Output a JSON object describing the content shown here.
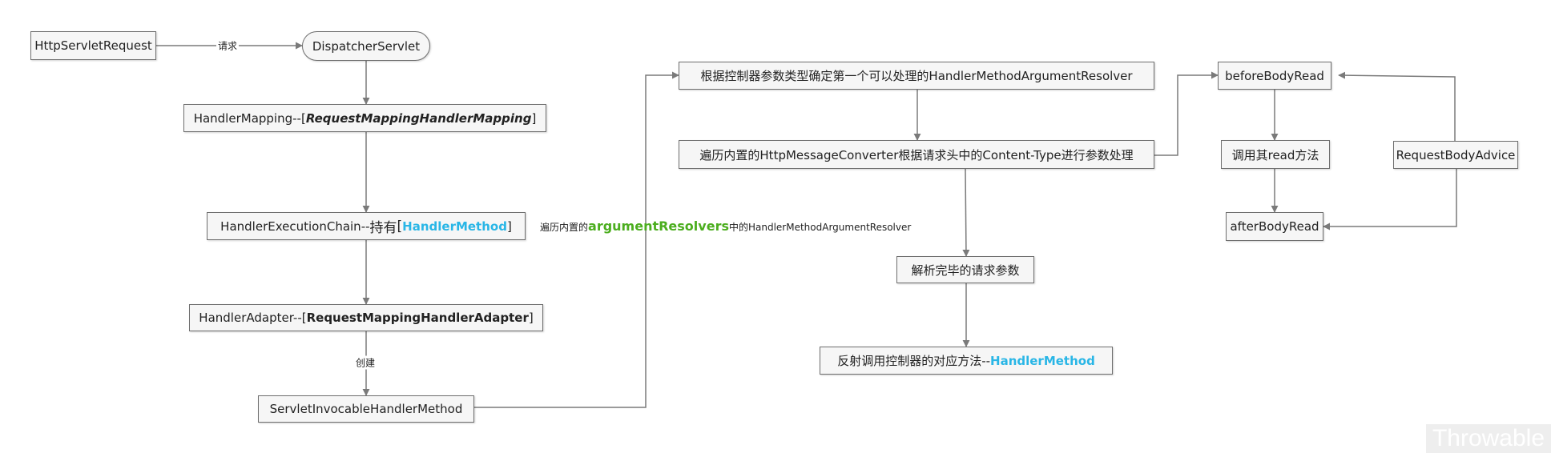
{
  "nodes": {
    "http_servlet_request": "HttpServletRequest",
    "dispatcher_servlet": "DispatcherServlet",
    "handler_mapping": {
      "prefix": "HandlerMapping--[",
      "highlight": "RequestMappingHandlerMapping",
      "suffix": "]"
    },
    "handler_execution_chain": {
      "prefix": "HandlerExecutionChain--",
      "cjk": "持有",
      "bracket_open": "[",
      "highlight": "HandlerMethod",
      "suffix": "]"
    },
    "handler_adapter": {
      "prefix": "HandlerAdapter--[",
      "highlight": "RequestMappingHandlerAdapter",
      "suffix": "]"
    },
    "servlet_invocable_handler_method": "ServletInvocableHandlerMethod",
    "determine_resolver": "根据控制器参数类型确定第一个可以处理的HandlerMethodArgumentResolver",
    "iterate_converters": "遍历内置的HttpMessageConverter根据请求头中的Content-Type进行参数处理",
    "parsed_params": "解析完毕的请求参数",
    "reflect_invoke": {
      "prefix": "反射调用控制器的对应方法--",
      "highlight": "HandlerMethod"
    },
    "before_body_read": "beforeBodyRead",
    "call_read": "调用其read方法",
    "after_body_read": "afterBodyRead",
    "request_body_advice": "RequestBodyAdvice"
  },
  "edge_labels": {
    "request": "请求",
    "create": "创建",
    "resolvers_prefix": "遍历内置的",
    "resolvers_highlight": "argumentResolvers",
    "resolvers_suffix": "中的HandlerMethodArgumentResolver"
  },
  "watermark": "Throwable",
  "colors": {
    "highlight_cyan": "#29b6e6",
    "highlight_green": "#4cae1f",
    "node_border": "#6f6f6f",
    "node_fill": "#f6f6f6",
    "connector": "#7a7a7a"
  }
}
